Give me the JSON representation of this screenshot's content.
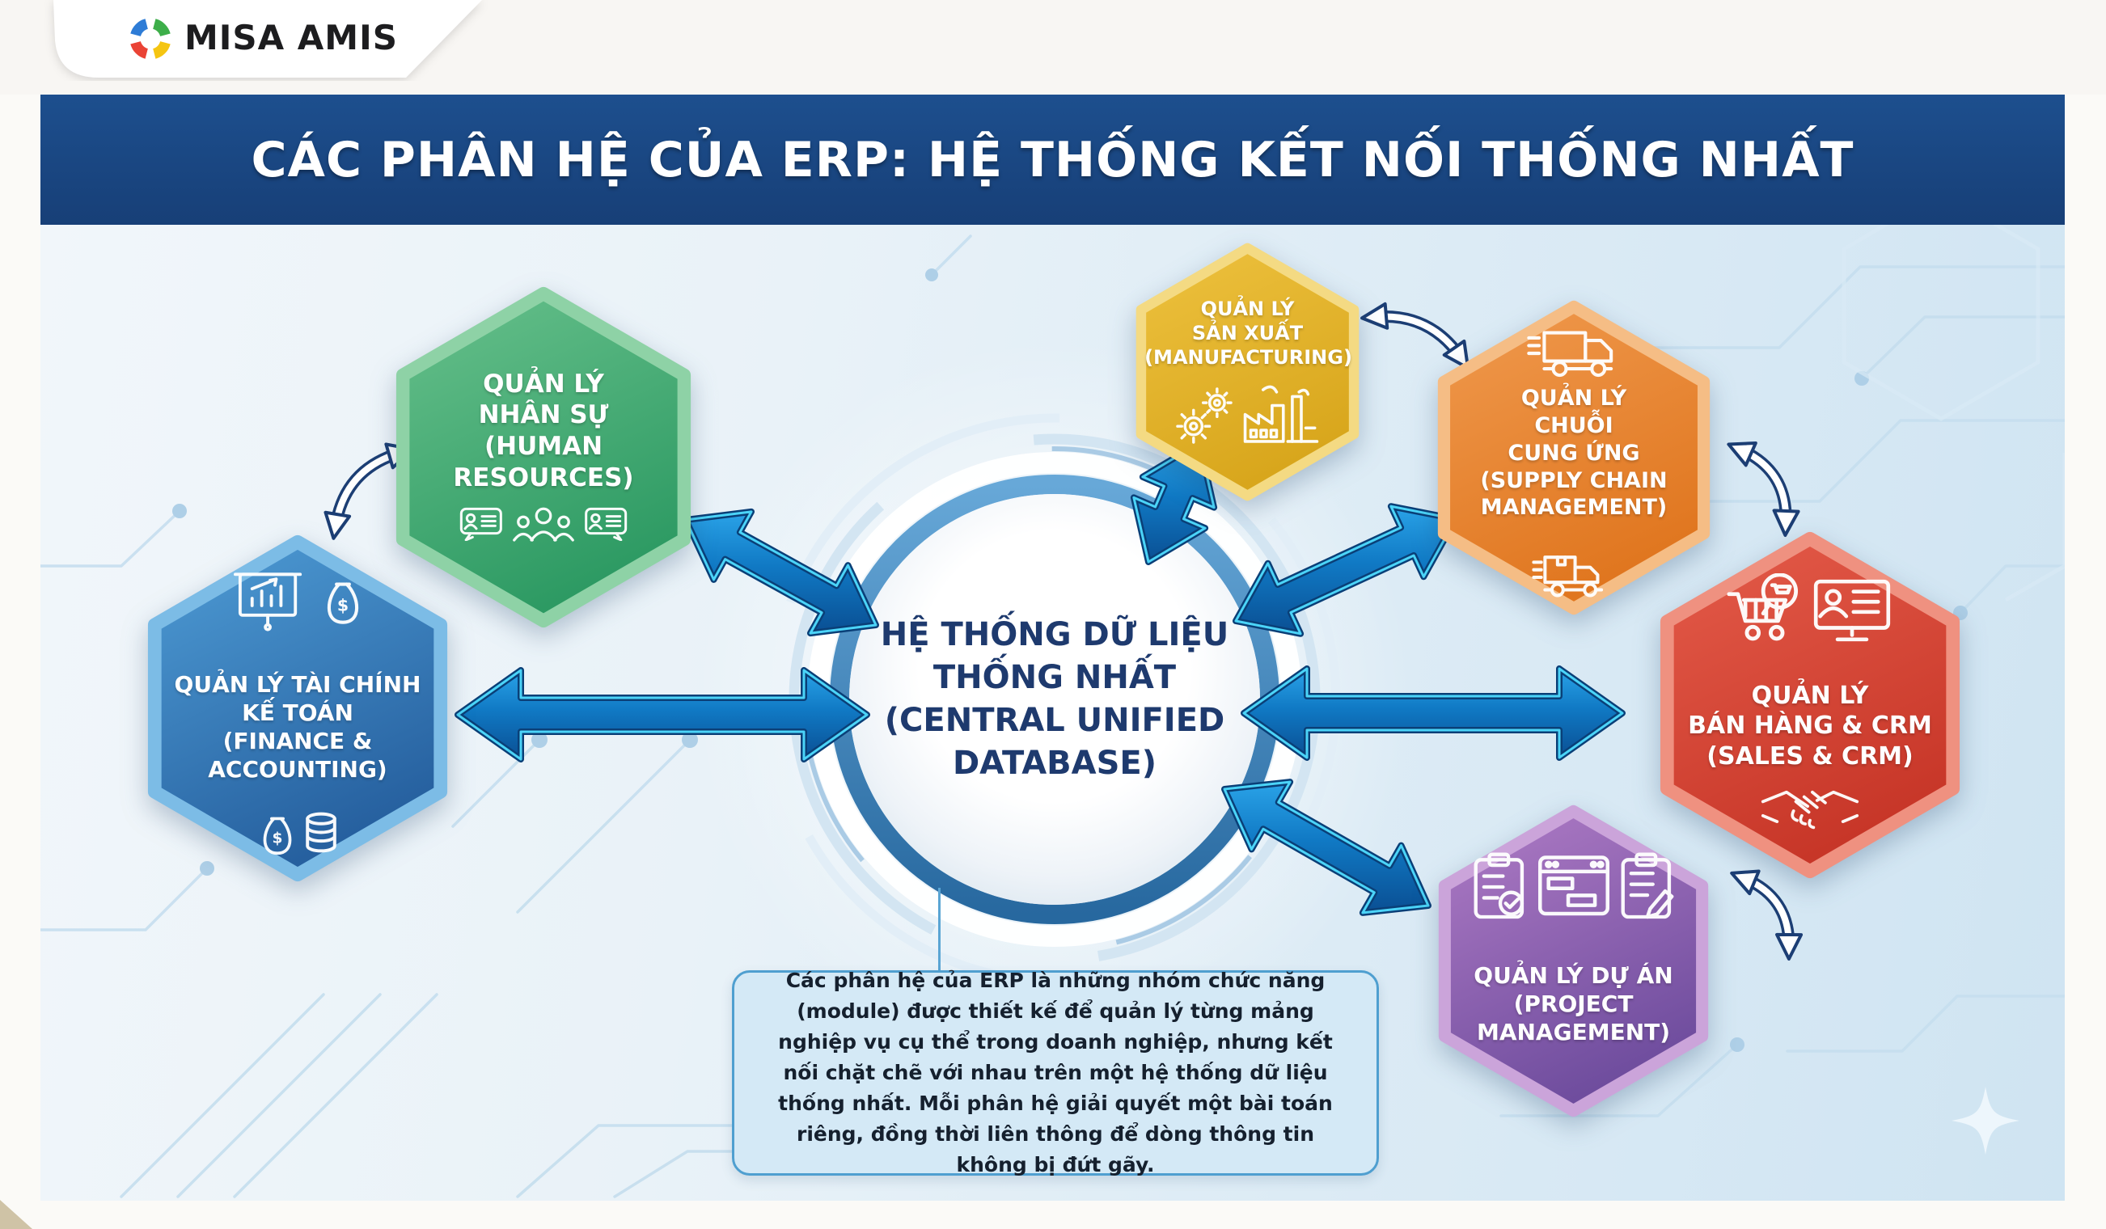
{
  "brand": {
    "name": "MISA AMIS",
    "logo_colors": {
      "blue": "#2e7cd6",
      "green": "#3dae49",
      "yellow": "#f5c511",
      "red": "#ea4335"
    }
  },
  "banner": {
    "title": "CÁC PHÂN HỆ CỦA ERP: HỆ THỐNG KẾT NỐI THỐNG NHẤT",
    "bg_color": "#1b4a87"
  },
  "center_hub": {
    "title": "HỆ THỐNG DỮ LIỆU\nTHỐNG NHẤT\n(CENTRAL UNIFIED\nDATABASE)",
    "ring_color": "#2d72aa"
  },
  "modules": [
    {
      "id": "hr",
      "title": "QUẢN LÝ\nNHÂN SỰ\n(HUMAN\nRESOURCES)",
      "color_top": "#68c18c",
      "color_bottom": "#2d9a63",
      "color_border": "#8ed2a6",
      "icons": [
        "chat-card-icon",
        "people-icon",
        "chat-card-icon"
      ]
    },
    {
      "id": "finance",
      "title": "QUẢN LÝ TÀI CHÍNH\nKẾ TOÁN\n(FINANCE &\nACCOUNTING)",
      "color_top": "#4f9dd6",
      "color_bottom": "#26609f",
      "color_border": "#7cbce6",
      "icons": [
        "chart-board-icon",
        "money-bag-icon",
        "coins-icon"
      ]
    },
    {
      "id": "manufacturing",
      "title": "QUẢN LÝ\nSẢN XUẤT\n(MANUFACTURING)",
      "color_top": "#eec23f",
      "color_bottom": "#d8a61c",
      "color_border": "#f4da83",
      "icons": [
        "gears-icon",
        "factory-icon"
      ]
    },
    {
      "id": "scm",
      "title": "QUẢN LÝ\nCHUỖI\nCUNG ỨNG\n(SUPPLY CHAIN\nMANAGEMENT)",
      "color_top": "#f09a4e",
      "color_bottom": "#e0761f",
      "color_border": "#f5bd85",
      "icons": [
        "truck-icon",
        "box-truck-icon"
      ]
    },
    {
      "id": "sales",
      "title": "QUẢN LÝ\nBÁN HÀNG & CRM\n(SALES & CRM)",
      "color_top": "#e55c4a",
      "color_bottom": "#c73628",
      "color_border": "#ef9180",
      "icons": [
        "cart-icon",
        "monitor-icon",
        "handshake-icon"
      ]
    },
    {
      "id": "pm",
      "title": "QUẢN LÝ DỰ ÁN\n(PROJECT\nMANAGEMENT)",
      "color_top": "#b07cc6",
      "color_bottom": "#6f4d9e",
      "color_border": "#cba4da",
      "icons": [
        "clipboard-check-icon",
        "kanban-icon",
        "clipboard-pencil-icon"
      ]
    }
  ],
  "description": {
    "text": "Các phân hệ của ERP là những nhóm chức năng (module) được thiết kế để quản lý từng mảng nghiệp vụ cụ thể trong doanh nghiệp, nhưng kết nối chặt chẽ với nhau trên một hệ thống dữ liệu thống nhất. Mỗi phân hệ giải quyết một bài toán riêng, đồng thời liên thông để dòng thông tin không bị đứt gãy."
  },
  "palette": {
    "arrow_blue": "#1384d1",
    "arrow_neon": "#4fdcff",
    "arrow_dark": "#0a3f77",
    "curved_arrow_navy": "#1c3e74",
    "content_bg": "#dcebf5",
    "circuit_line": "#c5deee",
    "desc_border": "#4f9fd0",
    "desc_bg": "#d4e9f6",
    "hub_text": "#1e3a6e"
  }
}
